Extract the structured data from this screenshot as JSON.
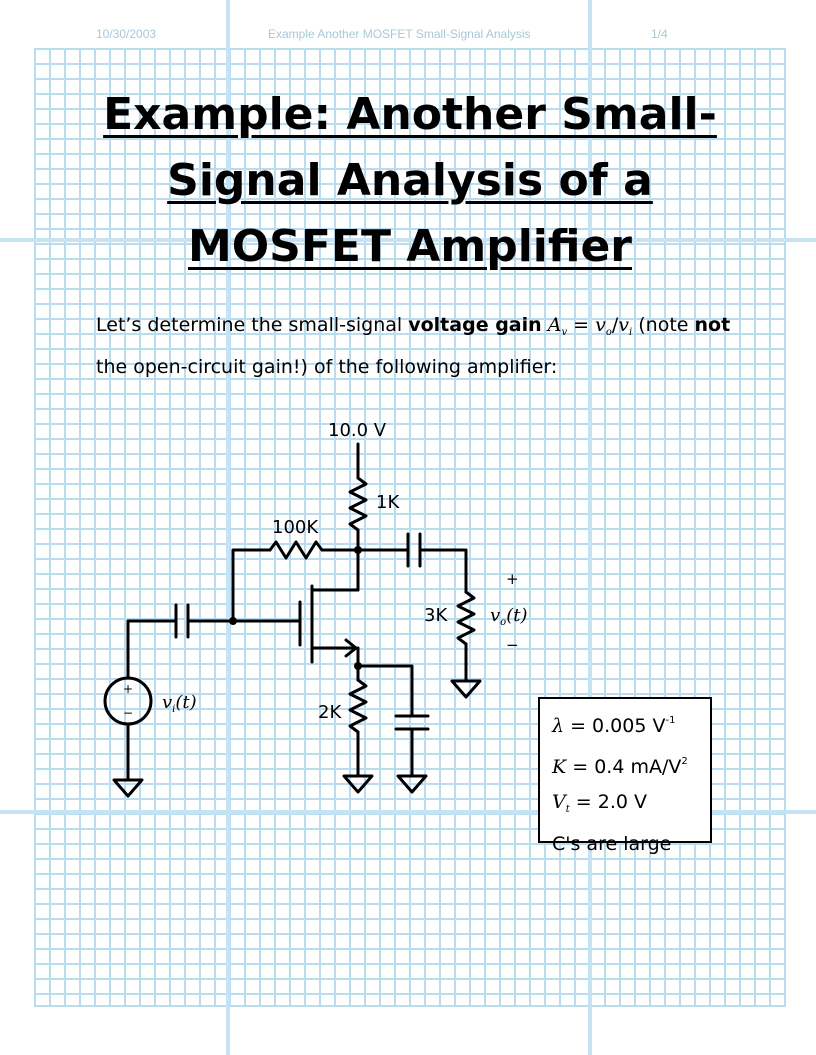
{
  "header": {
    "date": "10/30/2003",
    "doc_title": "Example Another MOSFET Small-Signal Analysis",
    "page": "1/4"
  },
  "title": {
    "line1": "Example: Another Small-",
    "line2": "Signal Analysis of a",
    "line3": "MOSFET Amplifier"
  },
  "intro": {
    "text1": "Let’s determine the small-signal ",
    "bold1": "voltage gain",
    "gain_symbol": "A",
    "gain_sub": "v",
    "equals": " = ",
    "vo": "v",
    "vo_sub": "o",
    "slash": "/",
    "vi": "v",
    "vi_sub": "i",
    "text2": " (note ",
    "bold2": "not",
    "text3": "the open-circuit gain!) of the following amplifier:"
  },
  "circuit": {
    "supply": "10.0 V",
    "r_drain": "1K",
    "r_feedback": "100K",
    "r_load": "3K",
    "r_source": "2K",
    "vo_var": "v",
    "vo_sub": "o",
    "vo_arg": "(t)",
    "vi_var": "v",
    "vi_sub": "i",
    "vi_arg": "(t)",
    "plus": "+",
    "minus": "−"
  },
  "params": {
    "lambda_sym": "λ",
    "lambda_val": " = 0.005 V",
    "lambda_exp": "-1",
    "k_sym": "K",
    "k_val": " = 0.4 mA/V",
    "k_exp": "2",
    "vt_sym": "V",
    "vt_sub": "t",
    "vt_val": " = 2.0 V",
    "caps": "C's are large"
  }
}
